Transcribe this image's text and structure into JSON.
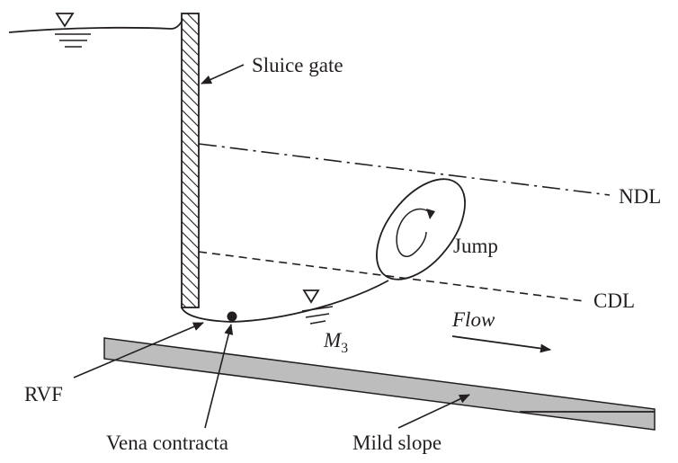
{
  "labels": {
    "sluice_gate": "Sluice gate",
    "ndl": "NDL",
    "jump": "Jump",
    "cdl": "CDL",
    "m3_main": "M",
    "m3_sub": "3",
    "flow": "Flow",
    "rvf": "RVF",
    "vena_contracta": "Vena contracta",
    "mild_slope": "Mild slope"
  },
  "colors": {
    "ink": "#231f20",
    "channel_bed": "#bdbdbd"
  },
  "icons": {
    "water_surface_marker": "inverted-triangle-icon"
  }
}
